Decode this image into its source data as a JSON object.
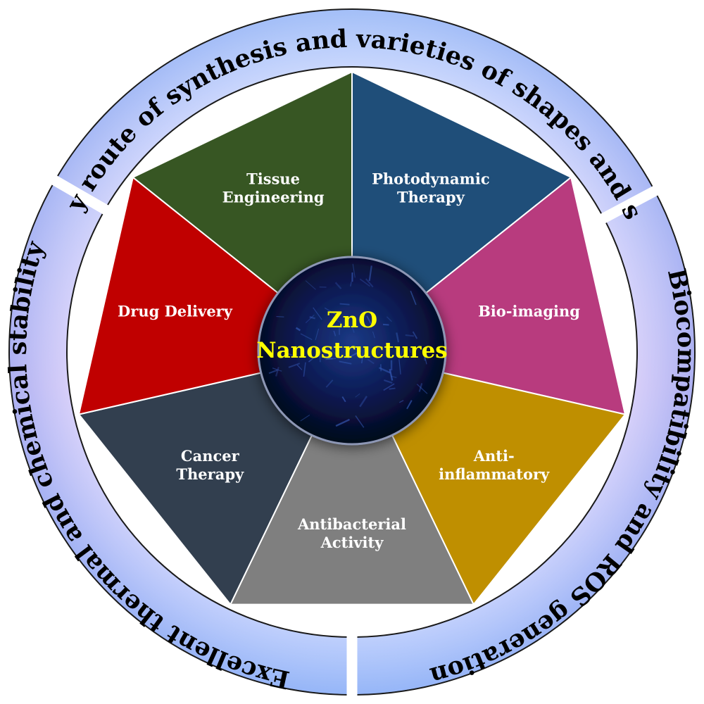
{
  "center": {
    "line1": "ZnO",
    "line2": "Nanostructures",
    "text_color": "#ffff00"
  },
  "outer_ring": [
    {
      "id": "top",
      "text": "Easy route of synthesis and varieties of shapes and size"
    },
    {
      "id": "right",
      "text": "Biocompatibility and ROS generation"
    },
    {
      "id": "left",
      "text": "Excellent thermal and chemical stability"
    }
  ],
  "segments": [
    {
      "id": "photodynamic-therapy",
      "lines": [
        "Photodynamic",
        "Therapy"
      ],
      "color": "#1f4e79"
    },
    {
      "id": "bio-imaging",
      "lines": [
        "Bio-imaging"
      ],
      "color": "#b83b7e"
    },
    {
      "id": "anti-inflammatory",
      "lines": [
        "Anti-",
        "inflammatory"
      ],
      "color": "#bf8f00"
    },
    {
      "id": "antibacterial-activity",
      "lines": [
        "Antibacterial",
        "Activity"
      ],
      "color": "#7f7f7f"
    },
    {
      "id": "cancer-therapy",
      "lines": [
        "Cancer",
        "Therapy"
      ],
      "color": "#323f4f"
    },
    {
      "id": "drug-delivery",
      "lines": [
        "Drug Delivery"
      ],
      "color": "#c00000"
    },
    {
      "id": "tissue-engineering",
      "lines": [
        "Tissue",
        "Engineering"
      ],
      "color": "#375623"
    }
  ],
  "colors": {
    "ring_light": "#dce6ff",
    "ring_mid": "#a9c4f5",
    "ring_violet": "#c9a8f0",
    "core_dark": "#050d2e",
    "core_glow": "#2a4fa8"
  }
}
